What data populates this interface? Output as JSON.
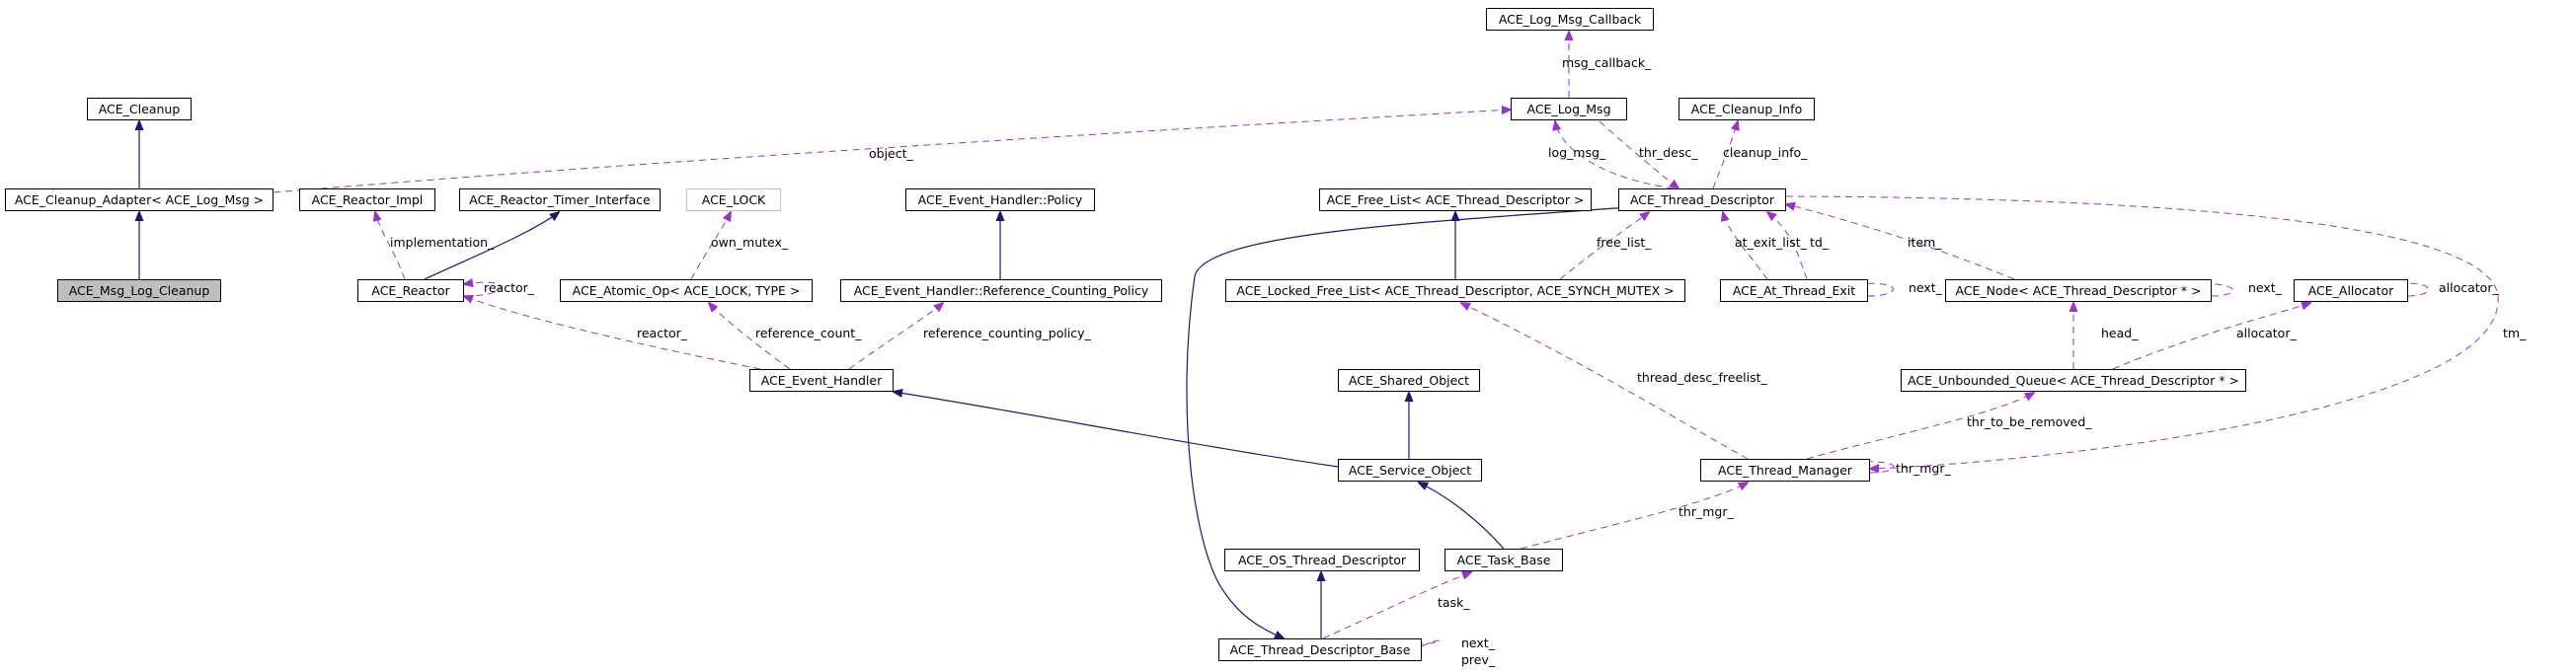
{
  "colors": {
    "inheritance": "#191970",
    "usage": "#9a32cd",
    "focus_fill": "#bfbfbf",
    "grey_border": "#bfbfbf"
  },
  "nodes": {
    "cleanup": "ACE_Cleanup",
    "cleanup_adapter": "ACE_Cleanup_Adapter< ACE_Log_Msg >",
    "msg_log_cleanup": "ACE_Msg_Log_Cleanup",
    "reactor_impl": "ACE_Reactor_Impl",
    "reactor_timer_interface": "ACE_Reactor_Timer_Interface",
    "reactor": "ACE_Reactor",
    "lock": "ACE_LOCK",
    "atomic_op": "ACE_Atomic_Op< ACE_LOCK, TYPE >",
    "eh_policy": "ACE_Event_Handler::Policy",
    "eh_rcp": "ACE_Event_Handler::Reference_Counting_Policy",
    "event_handler": "ACE_Event_Handler",
    "shared_object": "ACE_Shared_Object",
    "service_object": "ACE_Service_Object",
    "log_msg_callback": "ACE_Log_Msg_Callback",
    "log_msg": "ACE_Log_Msg",
    "cleanup_info": "ACE_Cleanup_Info",
    "free_list": "ACE_Free_List< ACE_Thread_Descriptor >",
    "thread_descriptor": "ACE_Thread_Descriptor",
    "locked_free_list": "ACE_Locked_Free_List< ACE_Thread_Descriptor, ACE_SYNCH_MUTEX >",
    "at_thread_exit": "ACE_At_Thread_Exit",
    "node_td": "ACE_Node< ACE_Thread_Descriptor * >",
    "allocator": "ACE_Allocator",
    "unbounded_queue": "ACE_Unbounded_Queue< ACE_Thread_Descriptor * >",
    "thread_manager": "ACE_Thread_Manager",
    "os_thread_descriptor": "ACE_OS_Thread_Descriptor",
    "task_base": "ACE_Task_Base",
    "thread_descriptor_base": "ACE_Thread_Descriptor_Base"
  },
  "edge_labels": {
    "object": "object_",
    "msg_callback": "msg_callback_",
    "log_msg": "log_msg_",
    "thr_desc": "thr_desc_",
    "cleanup_info": "cleanup_info_",
    "implementation": "implementation_",
    "own_mutex": "own_mutex_",
    "reactor_self": "reactor_",
    "reactor": "reactor_",
    "reference_count": "reference_count_",
    "reference_counting_policy": "reference_counting_policy_",
    "free_list": "free_list_",
    "at_exit_list": "at_exit_list_",
    "td": "td_",
    "item": "item_",
    "next_ate": "next_",
    "next_node": "next_",
    "allocator_self": "allocator_",
    "tm": "tm_",
    "head": "head_",
    "allocator": "allocator_",
    "thread_desc_freelist": "thread_desc_freelist_",
    "thr_to_be_removed": "thr_to_be_removed_",
    "thr_mgr_self": "thr_mgr_",
    "thr_mgr": "thr_mgr_",
    "task": "task_",
    "next_tdb": "next_",
    "prev_tdb": "prev_"
  }
}
